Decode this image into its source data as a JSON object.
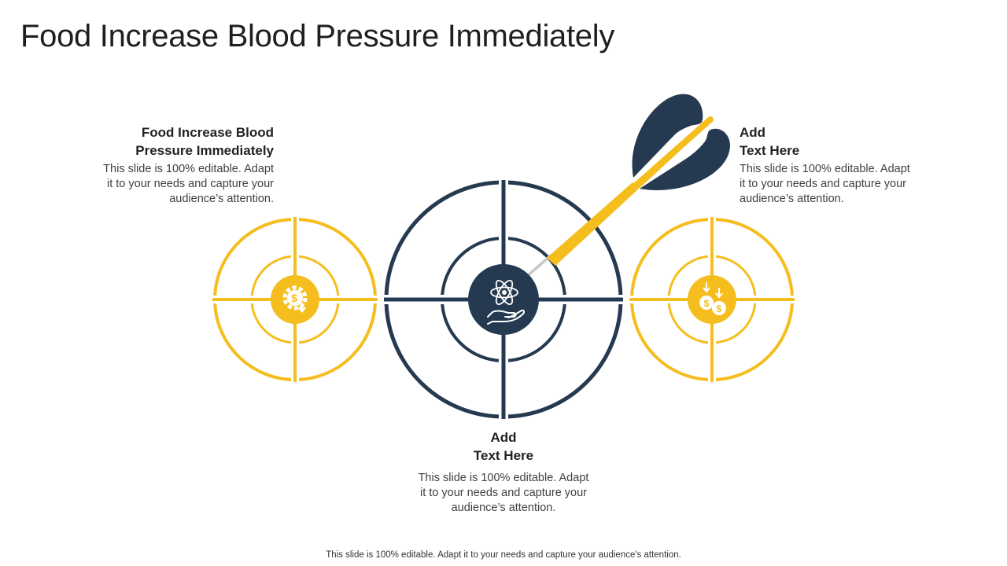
{
  "title": "Food Increase Blood Pressure Immediately",
  "blocks": {
    "left": {
      "heading_line1": "Food Increase Blood",
      "heading_line2": "Pressure Immediately",
      "body_line1": "This slide is 100% editable. Adapt",
      "body_line2": "it to your needs and capture your",
      "body_line3": "audience’s attention."
    },
    "right": {
      "heading_line1": "Add",
      "heading_line2": "Text Here",
      "body_line1": "This slide is 100% editable. Adapt",
      "body_line2": "it to your needs and capture your",
      "body_line3": "audience’s attention."
    },
    "bottom": {
      "heading_line1": "Add",
      "heading_line2": "Text Here",
      "body_line1": "This slide is 100% editable. Adapt",
      "body_line2": "it to your needs and capture your",
      "body_line3": "audience’s attention."
    }
  },
  "footer": "This slide is 100% editable. Adapt it to your needs and capture your audience's attention.",
  "icons": {
    "left": "gear-dollar-icon",
    "center": "atom-hand-icon",
    "right": "coins-down-icon",
    "dart": "dart-icon"
  },
  "colors": {
    "yellow": "#F5BE1E",
    "navy": "#253A50",
    "text": "#222222"
  }
}
